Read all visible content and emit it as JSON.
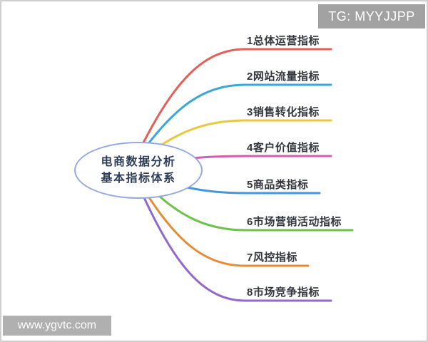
{
  "central": {
    "line1": "电商数据分析",
    "line2": "基本指标体系",
    "border_color": "#93a9e0",
    "text_color": "#2e3d59"
  },
  "branches": [
    {
      "label": "1总体运营指标",
      "color": "#e45f55"
    },
    {
      "label": "2网站流量指标",
      "color": "#3aa6dc"
    },
    {
      "label": "3销售转化指标",
      "color": "#e8c83f"
    },
    {
      "label": "4客户价值指标",
      "color": "#d45cb0"
    },
    {
      "label": "5商品类指标",
      "color": "#4596dc"
    },
    {
      "label": "6市场营销活动指标",
      "color": "#6cc24a"
    },
    {
      "label": "7风控指标",
      "color": "#e78a33"
    },
    {
      "label": "8市场竞争指标",
      "color": "#9168cc"
    }
  ],
  "watermarks": {
    "top_right": "TG: MYYJJPP",
    "bottom_left": "www.ygvtc.com"
  }
}
